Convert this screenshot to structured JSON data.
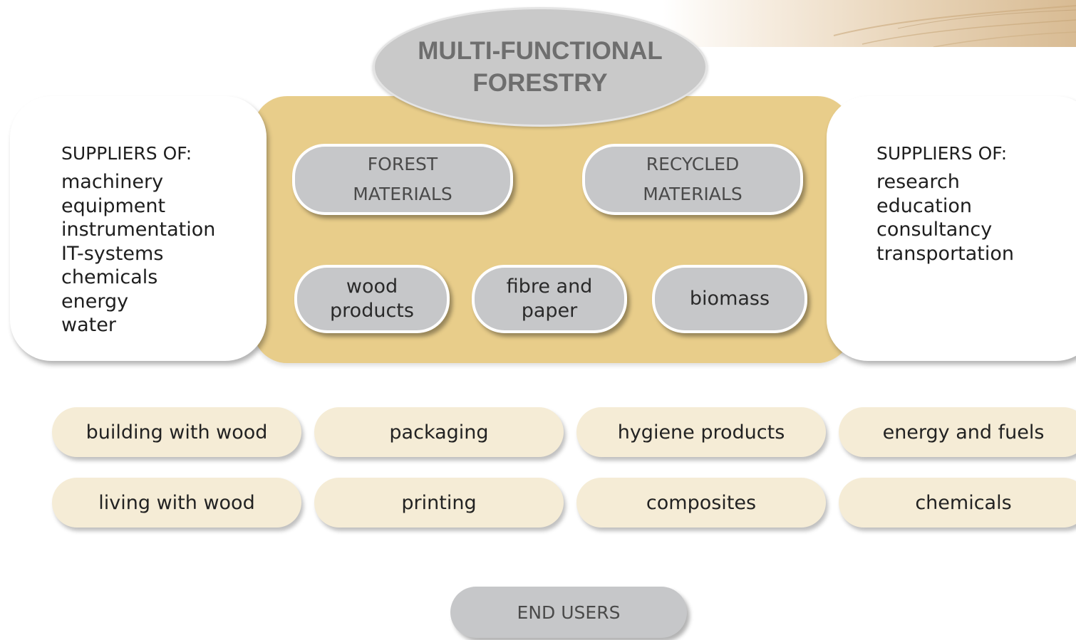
{
  "title": "MULTI-FUNCTIONAL FORESTRY",
  "title_lines": [
    "MULTI-FUNCTIONAL",
    "FORESTRY"
  ],
  "left_suppliers": {
    "heading": "SUPPLIERS OF:",
    "items": [
      "machinery",
      "equipment",
      "instrumentation",
      "IT-systems",
      "chemicals",
      "energy",
      "water"
    ]
  },
  "right_suppliers": {
    "heading": "SUPPLIERS OF:",
    "items": [
      "research",
      "education",
      "consultancy",
      "transportation"
    ]
  },
  "materials": {
    "forest": [
      "FOREST",
      "MATERIALS"
    ],
    "recycled": [
      "RECYCLED",
      "MATERIALS"
    ]
  },
  "products": {
    "wood": [
      "wood",
      "products"
    ],
    "fibre": [
      "fibre and",
      "paper"
    ],
    "biomass": "biomass"
  },
  "applications": {
    "row1": [
      "building with wood",
      "packaging",
      "hygiene products",
      "energy and fuels"
    ],
    "row2": [
      "living with wood",
      "printing",
      "composites",
      "chemicals"
    ]
  },
  "end_users": "END USERS",
  "colors": {
    "core_fill": "#e8cd8a",
    "pill_grey": "#c6c7c9",
    "application_fill": "#f5ecd6",
    "title_oval": "#c9c9c9"
  }
}
